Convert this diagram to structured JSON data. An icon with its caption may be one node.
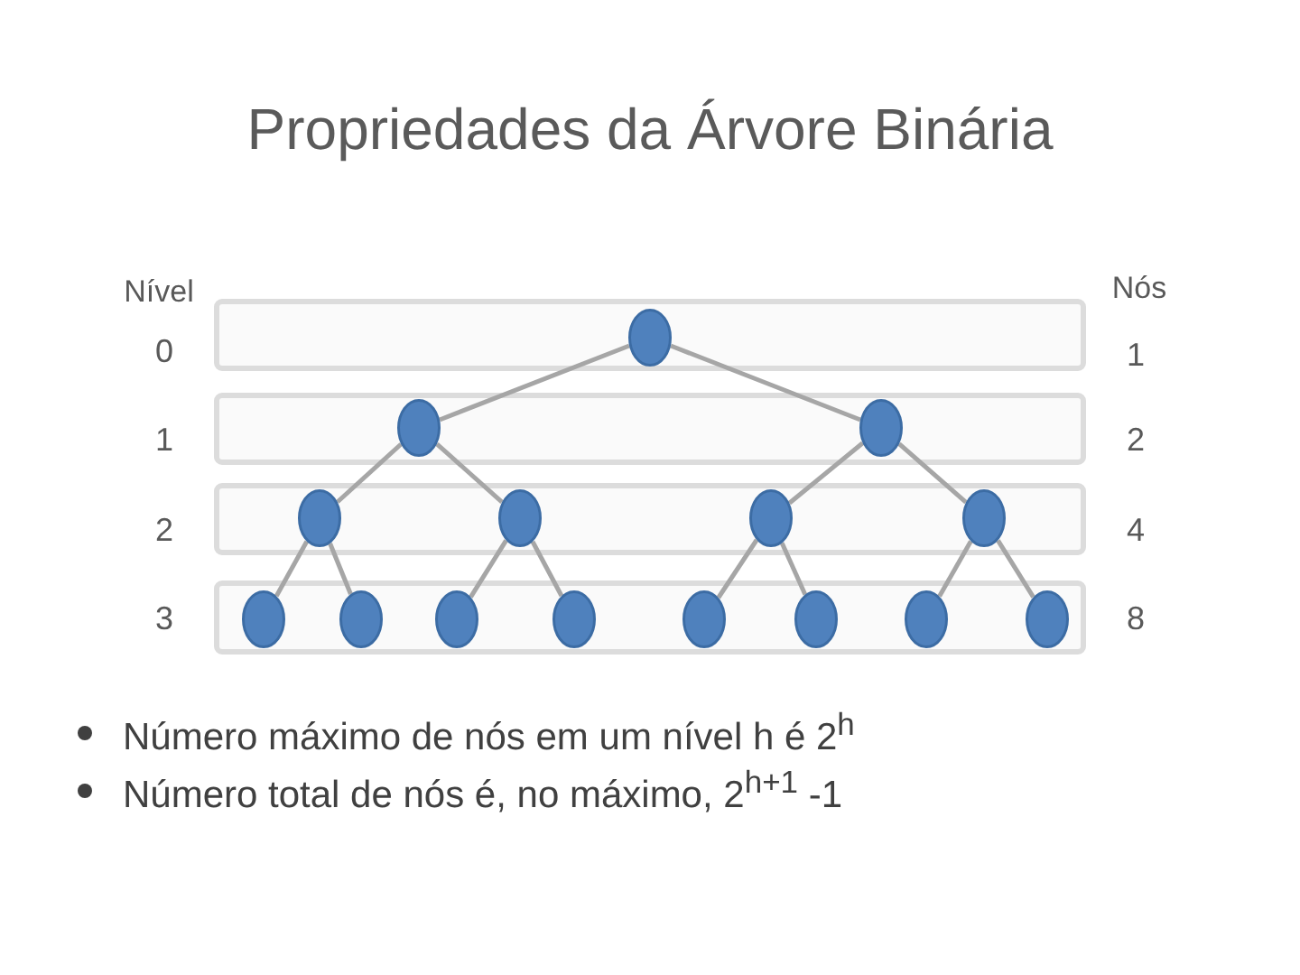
{
  "diagram": {
    "title": "Propriedades da Árvore Binária",
    "nodes": [
      {
        "text": [],
        "shape": "circle"
      },
      {
        "text": [],
        "shape": "circle"
      },
      {
        "text": [],
        "shape": "circle"
      },
      {
        "text": [],
        "shape": "circle"
      },
      {
        "text": [],
        "shape": "circle"
      },
      {
        "text": [],
        "shape": "circle"
      },
      {
        "text": [],
        "shape": "circle"
      },
      {
        "text": [],
        "shape": "circle"
      },
      {
        "text": [],
        "shape": "circle"
      },
      {
        "text": [],
        "shape": "circle"
      },
      {
        "text": [],
        "shape": "circle"
      },
      {
        "text": [],
        "shape": "circle"
      },
      {
        "text": [],
        "shape": "circle"
      },
      {
        "text": [],
        "shape": "circle"
      },
      {
        "text": [],
        "shape": "circle"
      }
    ],
    "edges": [
      {
        "from": 0,
        "to": 1,
        "arrow": "none"
      },
      {
        "from": 0,
        "to": 2,
        "arrow": "none"
      },
      {
        "from": 1,
        "to": 3,
        "arrow": "none"
      },
      {
        "from": 1,
        "to": 4,
        "arrow": "none"
      },
      {
        "from": 2,
        "to": 5,
        "arrow": "none"
      },
      {
        "from": 2,
        "to": 6,
        "arrow": "none"
      },
      {
        "from": 3,
        "to": 7,
        "arrow": "none"
      },
      {
        "from": 3,
        "to": 8,
        "arrow": "none"
      },
      {
        "from": 4,
        "to": 9,
        "arrow": "none"
      },
      {
        "from": 4,
        "to": 10,
        "arrow": "none"
      },
      {
        "from": 5,
        "to": 11,
        "arrow": "none"
      },
      {
        "from": 5,
        "to": 12,
        "arrow": "none"
      },
      {
        "from": 6,
        "to": 13,
        "arrow": "none"
      },
      {
        "from": 6,
        "to": 14,
        "arrow": "none"
      }
    ],
    "labels": [
      "Nível",
      "Nós",
      "0",
      "1",
      "1",
      "2",
      "2",
      "4",
      "3",
      "8",
      "Número máximo de nós em um nível h é 2$^{h}$",
      "Número total de nós é, no máximo, 2$^{h+1}$ -1"
    ]
  }
}
